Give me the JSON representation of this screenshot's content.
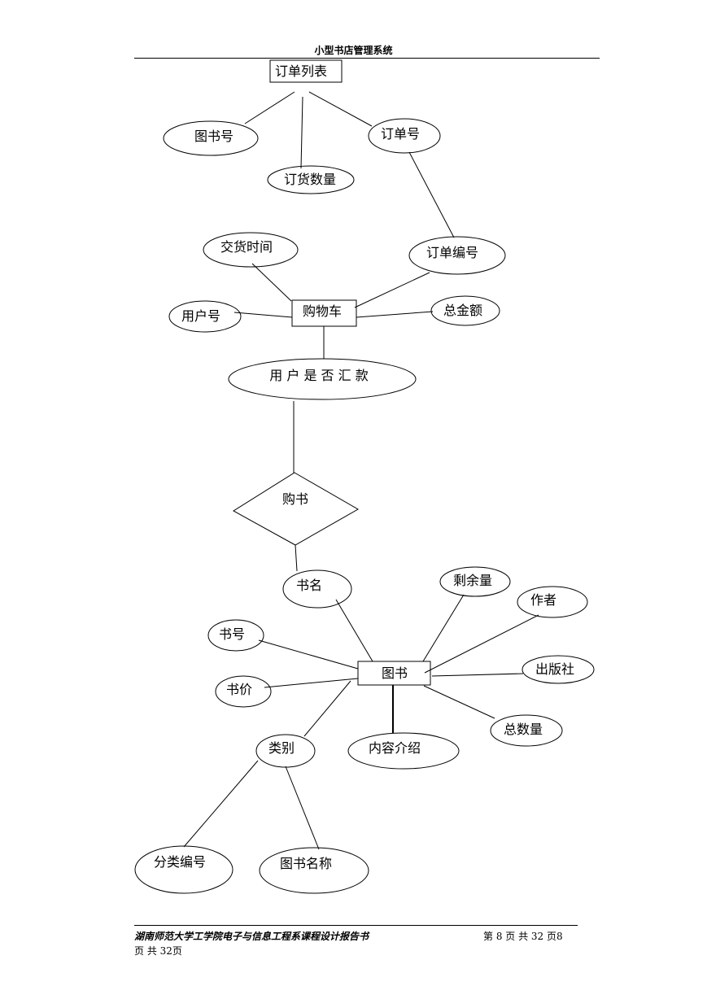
{
  "header": {
    "title": "小型书店管理系统"
  },
  "diagram": {
    "entities": {
      "order_list": "订单列表",
      "cart": "购物车",
      "book": "图书"
    },
    "relationship": {
      "buy": "购书"
    },
    "attributes": {
      "book_no": "图书号",
      "order_no": "订单号",
      "order_qty": "订货数量",
      "delivery_time": "交货时间",
      "order_id": "订单编号",
      "user_no": "用户号",
      "total_amount": "总金额",
      "user_paid": "用 户 是 否 汇 款",
      "title": "书名",
      "remaining": "剩余量",
      "author": "作者",
      "isbn": "书号",
      "publisher": "出版社",
      "price": "书价",
      "total_qty": "总数量",
      "category": "类别",
      "description": "内容介绍",
      "category_no": "分类编号",
      "book_name": "图书名称"
    }
  },
  "footer": {
    "left": "湖南师范大学工学院电子与信息工程系课程设计报告书",
    "right": "第 8 页 共 32 页8",
    "continuation": "页 共 32页"
  }
}
